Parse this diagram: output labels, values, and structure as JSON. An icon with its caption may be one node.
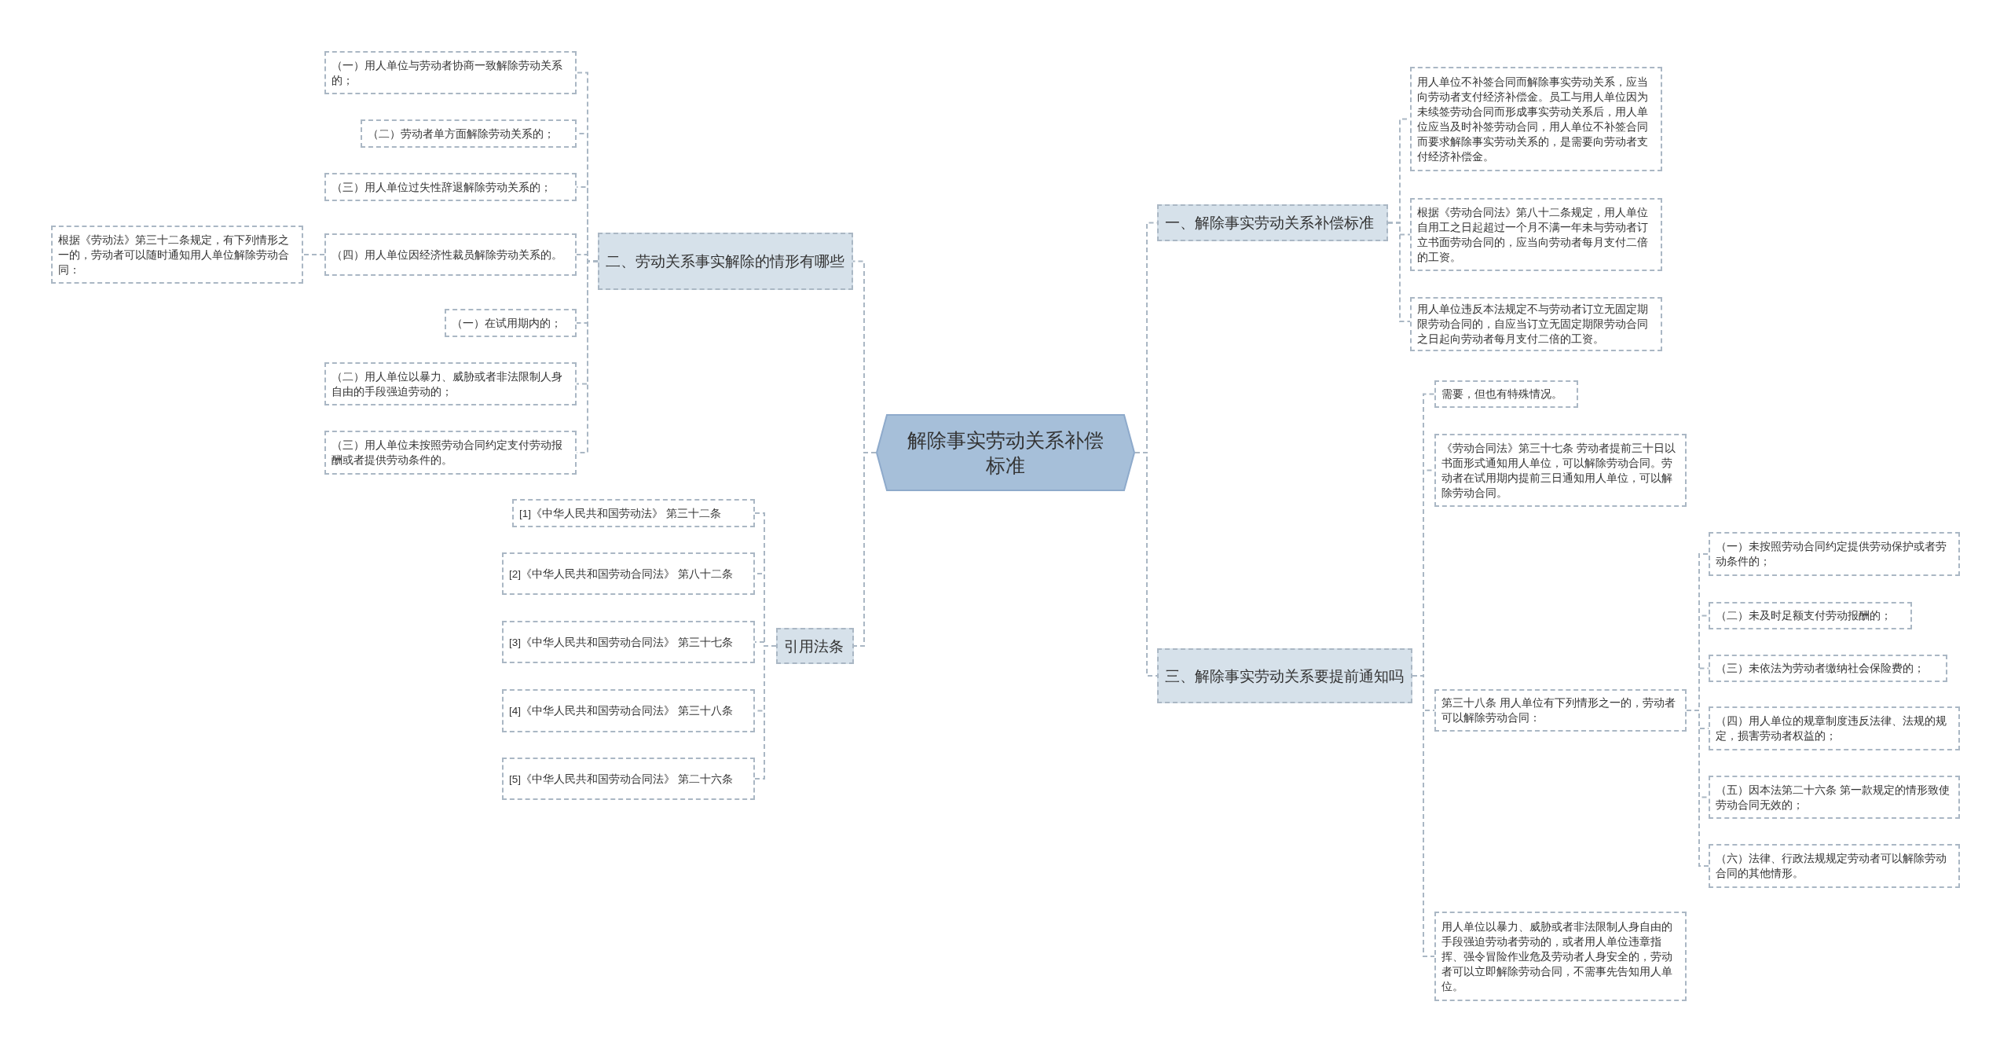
{
  "diagram": {
    "nodes": [
      {
        "text": [
          "解除事实劳动关系补偿标准"
        ]
      },
      {
        "text": [
          "二、劳动关系事实解除的情形有哪些"
        ]
      },
      {
        "text": [
          "（一）用人单位与劳动者协商一致解除劳动关系的；"
        ]
      },
      {
        "text": [
          "（二）劳动者单方面解除劳动关系的；"
        ]
      },
      {
        "text": [
          "（三）用人单位过失性辞退解除劳动关系的；"
        ]
      },
      {
        "text": [
          "（四）用人单位因经济性裁员解除劳动关系的。"
        ]
      },
      {
        "text": [
          "根据《劳动法》第三十二条规定，有下列情形之一的，劳动者可以随时通知用人单位解除劳动合同："
        ]
      },
      {
        "text": [
          "（一）在试用期内的；"
        ]
      },
      {
        "text": [
          "（二）用人单位以暴力、威胁或者非法限制人身自由的手段强迫劳动的；"
        ]
      },
      {
        "text": [
          "（三）用人单位未按照劳动合同约定支付劳动报酬或者提供劳动条件的。"
        ]
      },
      {
        "text": [
          "引用法条"
        ]
      },
      {
        "text": [
          "[1]《中华人民共和国劳动法》 第三十二条"
        ]
      },
      {
        "text": [
          "[2]《中华人民共和国劳动合同法》 第八十二条"
        ]
      },
      {
        "text": [
          "[3]《中华人民共和国劳动合同法》 第三十七条"
        ]
      },
      {
        "text": [
          "[4]《中华人民共和国劳动合同法》 第三十八条"
        ]
      },
      {
        "text": [
          "[5]《中华人民共和国劳动合同法》 第二十六条"
        ]
      },
      {
        "text": [
          "一、解除事实劳动关系补偿标准"
        ]
      },
      {
        "text": [
          "用人单位不补签合同而解除事实劳动关系，应当向劳动者支付经济补偿金。员工与用人单位因为未续签劳动合同而形成事实劳动关系后，用人单位应当及时补签劳动合同，用人单位不补签合同而要求解除事实劳动关系的，是需要向劳动者支付经济补偿金。"
        ]
      },
      {
        "text": [
          "根据《劳动合同法》第八十二条规定，用人单位自用工之日起超过一个月不满一年未与劳动者订立书面劳动合同的，应当向劳动者每月支付二倍的工资。"
        ]
      },
      {
        "text": [
          "用人单位违反本法规定不与劳动者订立无固定期限劳动合同的，自应当订立无固定期限劳动合同之日起向劳动者每月支付二倍的工资。"
        ]
      },
      {
        "text": [
          "三、解除事实劳动关系要提前通知吗"
        ]
      },
      {
        "text": [
          "需要，但也有特殊情况。"
        ]
      },
      {
        "text": [
          "《劳动合同法》第三十七条 劳动者提前三十日以书面形式通知用人单位，可以解除劳动合同。劳动者在试用期内提前三日通知用人单位，可以解除劳动合同。"
        ]
      },
      {
        "text": [
          "第三十八条 用人单位有下列情形之一的，劳动者可以解除劳动合同："
        ]
      },
      {
        "text": [
          "（一）未按照劳动合同约定提供劳动保护或者劳动条件的；"
        ]
      },
      {
        "text": [
          "（二）未及时足额支付劳动报酬的；"
        ]
      },
      {
        "text": [
          "（三）未依法为劳动者缴纳社会保险费的；"
        ]
      },
      {
        "text": [
          "（四）用人单位的规章制度违反法律、法规的规定，损害劳动者权益的；"
        ]
      },
      {
        "text": [
          "（五）因本法第二十六条 第一款规定的情形致使劳动合同无效的；"
        ]
      },
      {
        "text": [
          "（六）法律、行政法规规定劳动者可以解除劳动合同的其他情形。"
        ]
      },
      {
        "text": [
          "用人单位以暴力、威胁或者非法限制人身自由的手段强迫劳动者劳动的，或者用人单位违章指挥、强令冒险作业危及劳动者人身安全的，劳动者可以立即解除劳动合同，不需事先告知用人单位。"
        ]
      }
    ],
    "edges": [
      {
        "from": 0,
        "to": 1,
        "arrow": "none"
      },
      {
        "from": 1,
        "to": 2,
        "arrow": "none"
      },
      {
        "from": 1,
        "to": 3,
        "arrow": "none"
      },
      {
        "from": 1,
        "to": 4,
        "arrow": "none"
      },
      {
        "from": 1,
        "to": 5,
        "arrow": "none"
      },
      {
        "from": 5,
        "to": 6,
        "arrow": "none"
      },
      {
        "from": 1,
        "to": 7,
        "arrow": "none"
      },
      {
        "from": 1,
        "to": 8,
        "arrow": "none"
      },
      {
        "from": 1,
        "to": 9,
        "arrow": "none"
      },
      {
        "from": 0,
        "to": 10,
        "arrow": "none"
      },
      {
        "from": 10,
        "to": 11,
        "arrow": "none"
      },
      {
        "from": 10,
        "to": 12,
        "arrow": "none"
      },
      {
        "from": 10,
        "to": 13,
        "arrow": "none"
      },
      {
        "from": 10,
        "to": 14,
        "arrow": "none"
      },
      {
        "from": 10,
        "to": 15,
        "arrow": "none"
      },
      {
        "from": 0,
        "to": 16,
        "arrow": "none"
      },
      {
        "from": 16,
        "to": 17,
        "arrow": "none"
      },
      {
        "from": 16,
        "to": 18,
        "arrow": "none"
      },
      {
        "from": 16,
        "to": 19,
        "arrow": "none"
      },
      {
        "from": 0,
        "to": 20,
        "arrow": "none"
      },
      {
        "from": 20,
        "to": 21,
        "arrow": "none"
      },
      {
        "from": 20,
        "to": 22,
        "arrow": "none"
      },
      {
        "from": 20,
        "to": 23,
        "arrow": "none"
      },
      {
        "from": 23,
        "to": 24,
        "arrow": "none"
      },
      {
        "from": 23,
        "to": 25,
        "arrow": "none"
      },
      {
        "from": 23,
        "to": 26,
        "arrow": "none"
      },
      {
        "from": 23,
        "to": 27,
        "arrow": "none"
      },
      {
        "from": 23,
        "to": 28,
        "arrow": "none"
      },
      {
        "from": 23,
        "to": 29,
        "arrow": "none"
      },
      {
        "from": 20,
        "to": 30,
        "arrow": "none"
      }
    ]
  }
}
